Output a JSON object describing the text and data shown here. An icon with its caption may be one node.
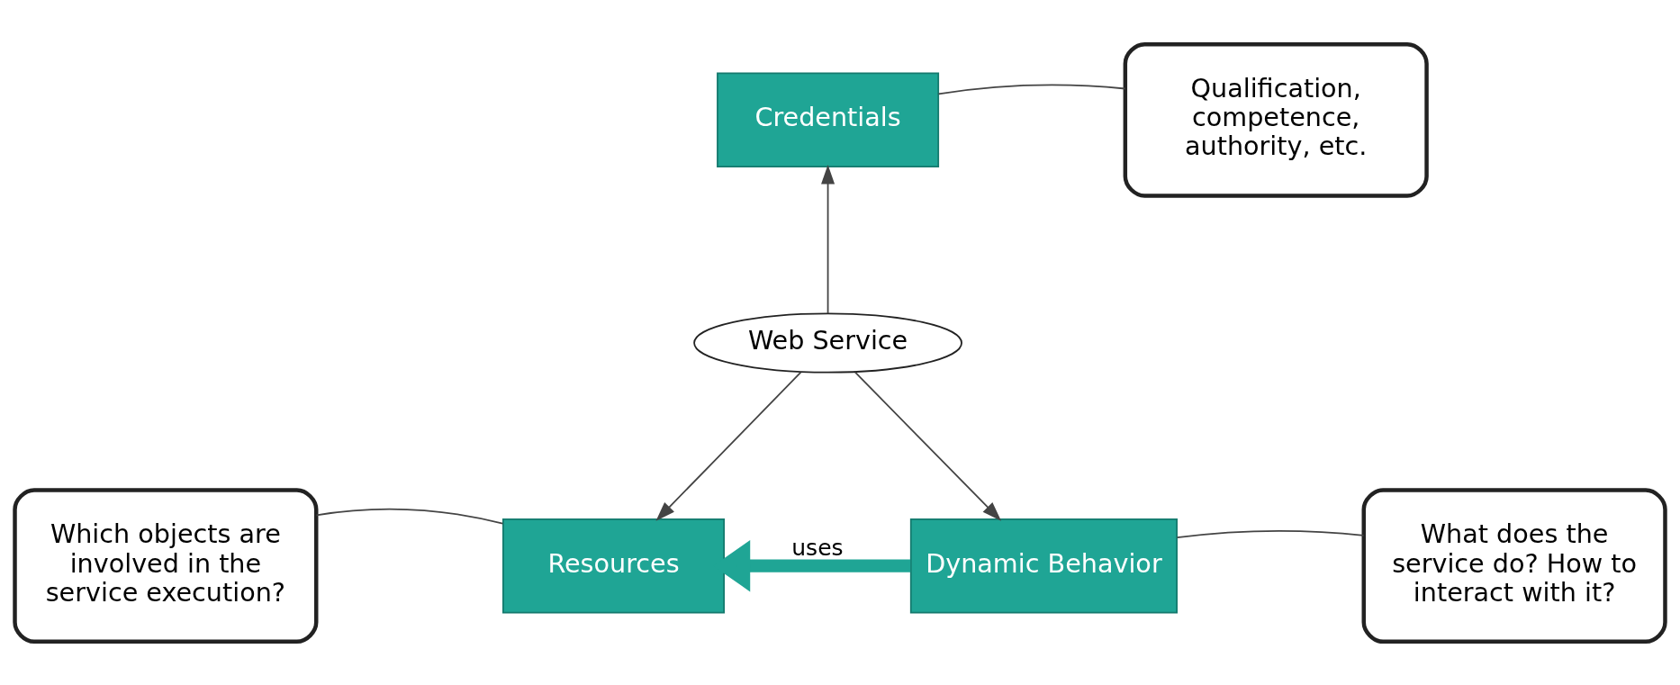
{
  "diagram": {
    "nodes": [
      {
        "text": [
          "Credentials"
        ]
      },
      {
        "text": [
          "Qualification, competence, authority, etc."
        ]
      },
      {
        "text": [
          "Web Service"
        ]
      },
      {
        "text": [
          "Which objects are involved in the service execution?"
        ]
      },
      {
        "text": [
          "Resources"
        ]
      },
      {
        "text": [
          "Dynamic Behavior"
        ]
      },
      {
        "text": [
          "What does the service do? How to interact with it?"
        ]
      }
    ],
    "edges": [
      {
        "from": 2,
        "to": 0,
        "arrow": "to"
      },
      {
        "from": 2,
        "to": 4,
        "arrow": "to"
      },
      {
        "from": 2,
        "to": 5,
        "arrow": "to"
      },
      {
        "from": 5,
        "to": 4,
        "arrow": "to",
        "label": "uses",
        "style": "thick",
        "color": "#1fa595"
      },
      {
        "from": 1,
        "to": 0,
        "arrow": "none"
      },
      {
        "from": 3,
        "to": 4,
        "arrow": "none"
      },
      {
        "from": 6,
        "to": 5,
        "arrow": "none"
      }
    ]
  }
}
